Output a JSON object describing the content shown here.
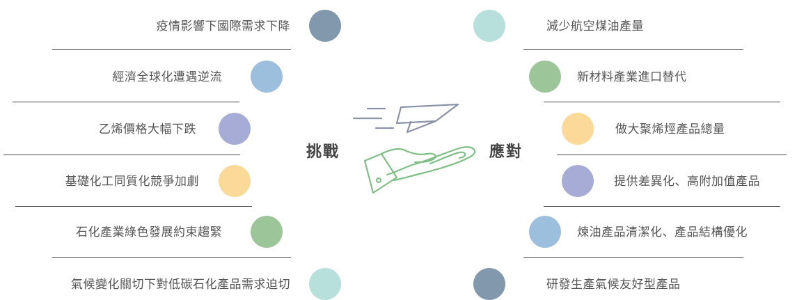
{
  "center": {
    "left_title": "挑戰",
    "right_title": "應對"
  },
  "challenges": [
    {
      "label": "疫情影響下國際需求下降",
      "color": "#8198ad"
    },
    {
      "label": "經濟全球化遭遇逆流",
      "color": "#9dbfde"
    },
    {
      "label": "乙烯價格大幅下跌",
      "color": "#a7acd6"
    },
    {
      "label": "基礎化工同質化競爭加劇",
      "color": "#fbd999"
    },
    {
      "label": "石化產業綠色發展約束趨緊",
      "color": "#9cc69a"
    },
    {
      "label": "氣候變化關切下對低碳石化產品需求迫切",
      "color": "#b7e0dc"
    }
  ],
  "responses": [
    {
      "label": "減少航空煤油產量",
      "color": "#b7e0dc"
    },
    {
      "label": "新材料產業進口替代",
      "color": "#9cc69a"
    },
    {
      "label": "做大聚烯烴產品總量",
      "color": "#fbd999"
    },
    {
      "label": "提供差異化、高附加值產品",
      "color": "#a7acd6"
    },
    {
      "label": "煉油產品清潔化、產品結構優化",
      "color": "#9dbfde"
    },
    {
      "label": "研發生產氣候友好型產品",
      "color": "#8198ad"
    }
  ]
}
